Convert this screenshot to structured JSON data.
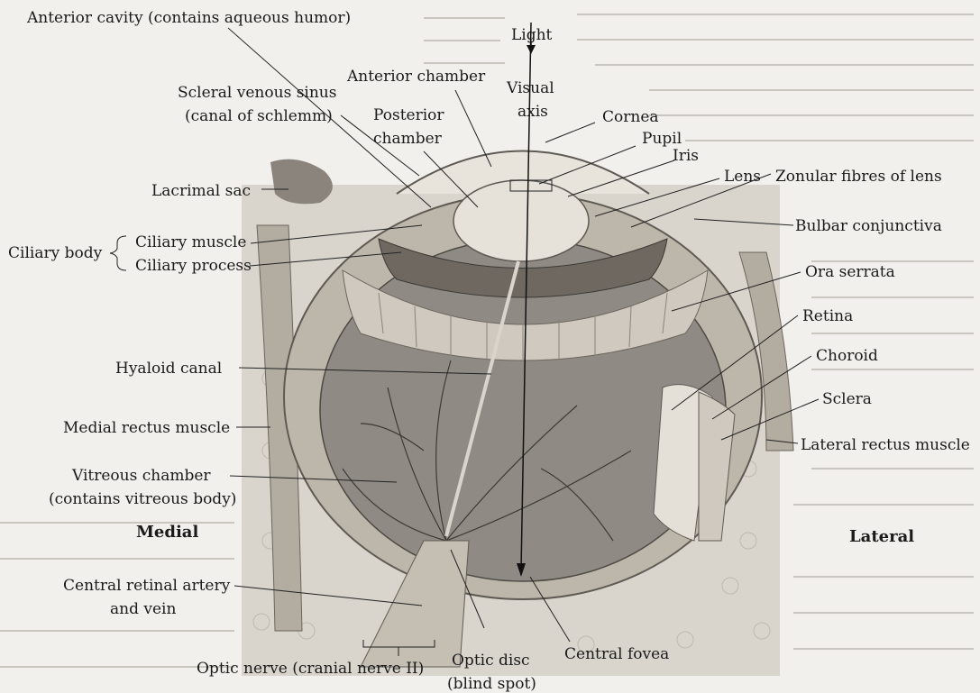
{
  "labels": {
    "anterior_cavity": "Anterior cavity (contains aqueous humor)",
    "light": "Light",
    "anterior_chamber": "Anterior chamber",
    "visual_axis_1": "Visual",
    "visual_axis_2": "axis",
    "scleral_sinus_1": "Scleral venous sinus",
    "scleral_sinus_2": "(canal of schlemm)",
    "posterior_chamber_1": "Posterior",
    "posterior_chamber_2": "chamber",
    "cornea": "Cornea",
    "pupil": "Pupil",
    "iris": "Iris",
    "lens": "Lens",
    "zonular_fibres": "Zonular fibres of lens",
    "lacrimal_sac": "Lacrimal sac",
    "bulbar_conjunctiva": "Bulbar conjunctiva",
    "ciliary_body": "Ciliary body",
    "ciliary_muscle": "Ciliary muscle",
    "ciliary_process": "Ciliary process",
    "ora_serrata": "Ora serrata",
    "retina": "Retina",
    "hyaloid_canal": "Hyaloid canal",
    "choroid": "Choroid",
    "sclera": "Sclera",
    "medial_rectus": "Medial rectus muscle",
    "lateral_rectus": "Lateral rectus muscle",
    "vitreous_chamber_1": "Vitreous chamber",
    "vitreous_chamber_2": "(contains vitreous body)",
    "medial": "Medial",
    "lateral": "Lateral",
    "central_retinal_1": "Central retinal artery",
    "central_retinal_2": "and vein",
    "optic_nerve": "Optic nerve (cranial nerve II)",
    "optic_disc_1": "Optic disc",
    "optic_disc_2": "(blind spot)",
    "central_fovea": "Central fovea"
  },
  "colors": {
    "background": "#f2f0ec",
    "tissue": "#d9d4cc",
    "sclera": "#bdb6aa",
    "vitreous": "#8f8a84",
    "iris": "#6e6860",
    "lens": "#e6e2da",
    "ink": "#1a1a1a"
  }
}
